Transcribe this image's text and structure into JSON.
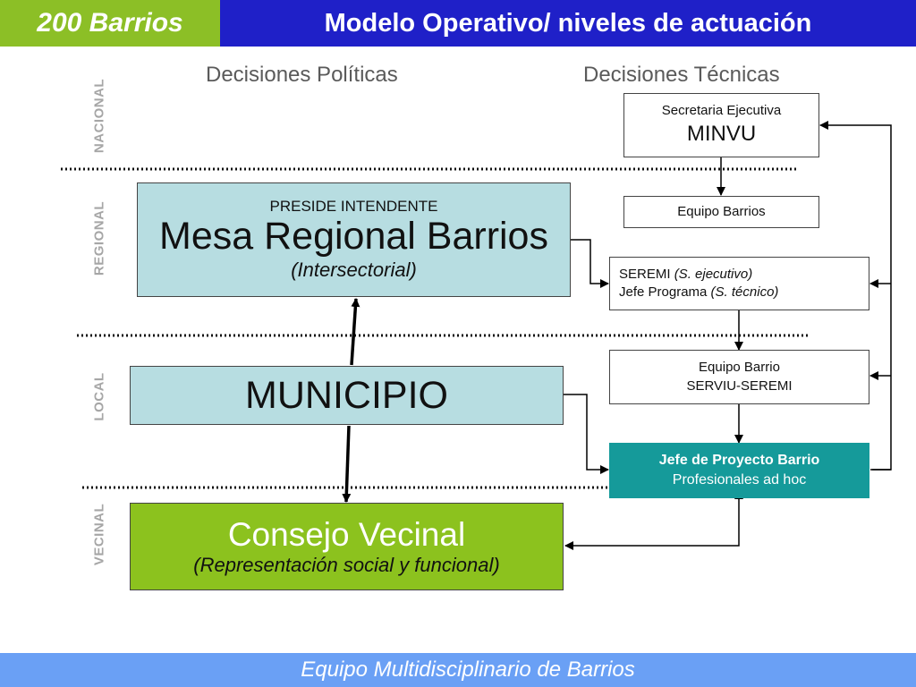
{
  "header": {
    "tag": "200 Barrios",
    "title": "Modelo Operativo/ niveles de actuación"
  },
  "columns": {
    "left": "Decisiones Políticas",
    "right": "Decisiones Técnicas"
  },
  "levels": {
    "nacional": "NACIONAL",
    "regional": "REGIONAL",
    "local": "LOCAL",
    "vecinal": "VECINAL"
  },
  "mesa": {
    "preside": "PRESIDE INTENDENTE",
    "title": "Mesa Regional Barrios",
    "subtitle": "(Intersectorial)"
  },
  "municipio": {
    "title": "MUNICIPIO"
  },
  "consejo": {
    "title": "Consejo Vecinal",
    "subtitle": "(Representación social y funcional)"
  },
  "secretaria": {
    "line1": "Secretaria Ejecutiva",
    "line2": "MINVU"
  },
  "equipo_barrios": {
    "label": "Equipo Barrios"
  },
  "seremi": {
    "line1_a": "SEREMI ",
    "line1_b": "(S. ejecutivo)",
    "line2_a": "Jefe Programa ",
    "line2_b": "(S. técnico)"
  },
  "equipo_barrio": {
    "line1": "Equipo Barrio",
    "line2": "SERVIU-SEREMI"
  },
  "jefe": {
    "line1": "Jefe de Proyecto Barrio",
    "line2": "Profesionales ad hoc"
  },
  "footer": {
    "text": "Equipo Multidisciplinario de Barrios"
  }
}
